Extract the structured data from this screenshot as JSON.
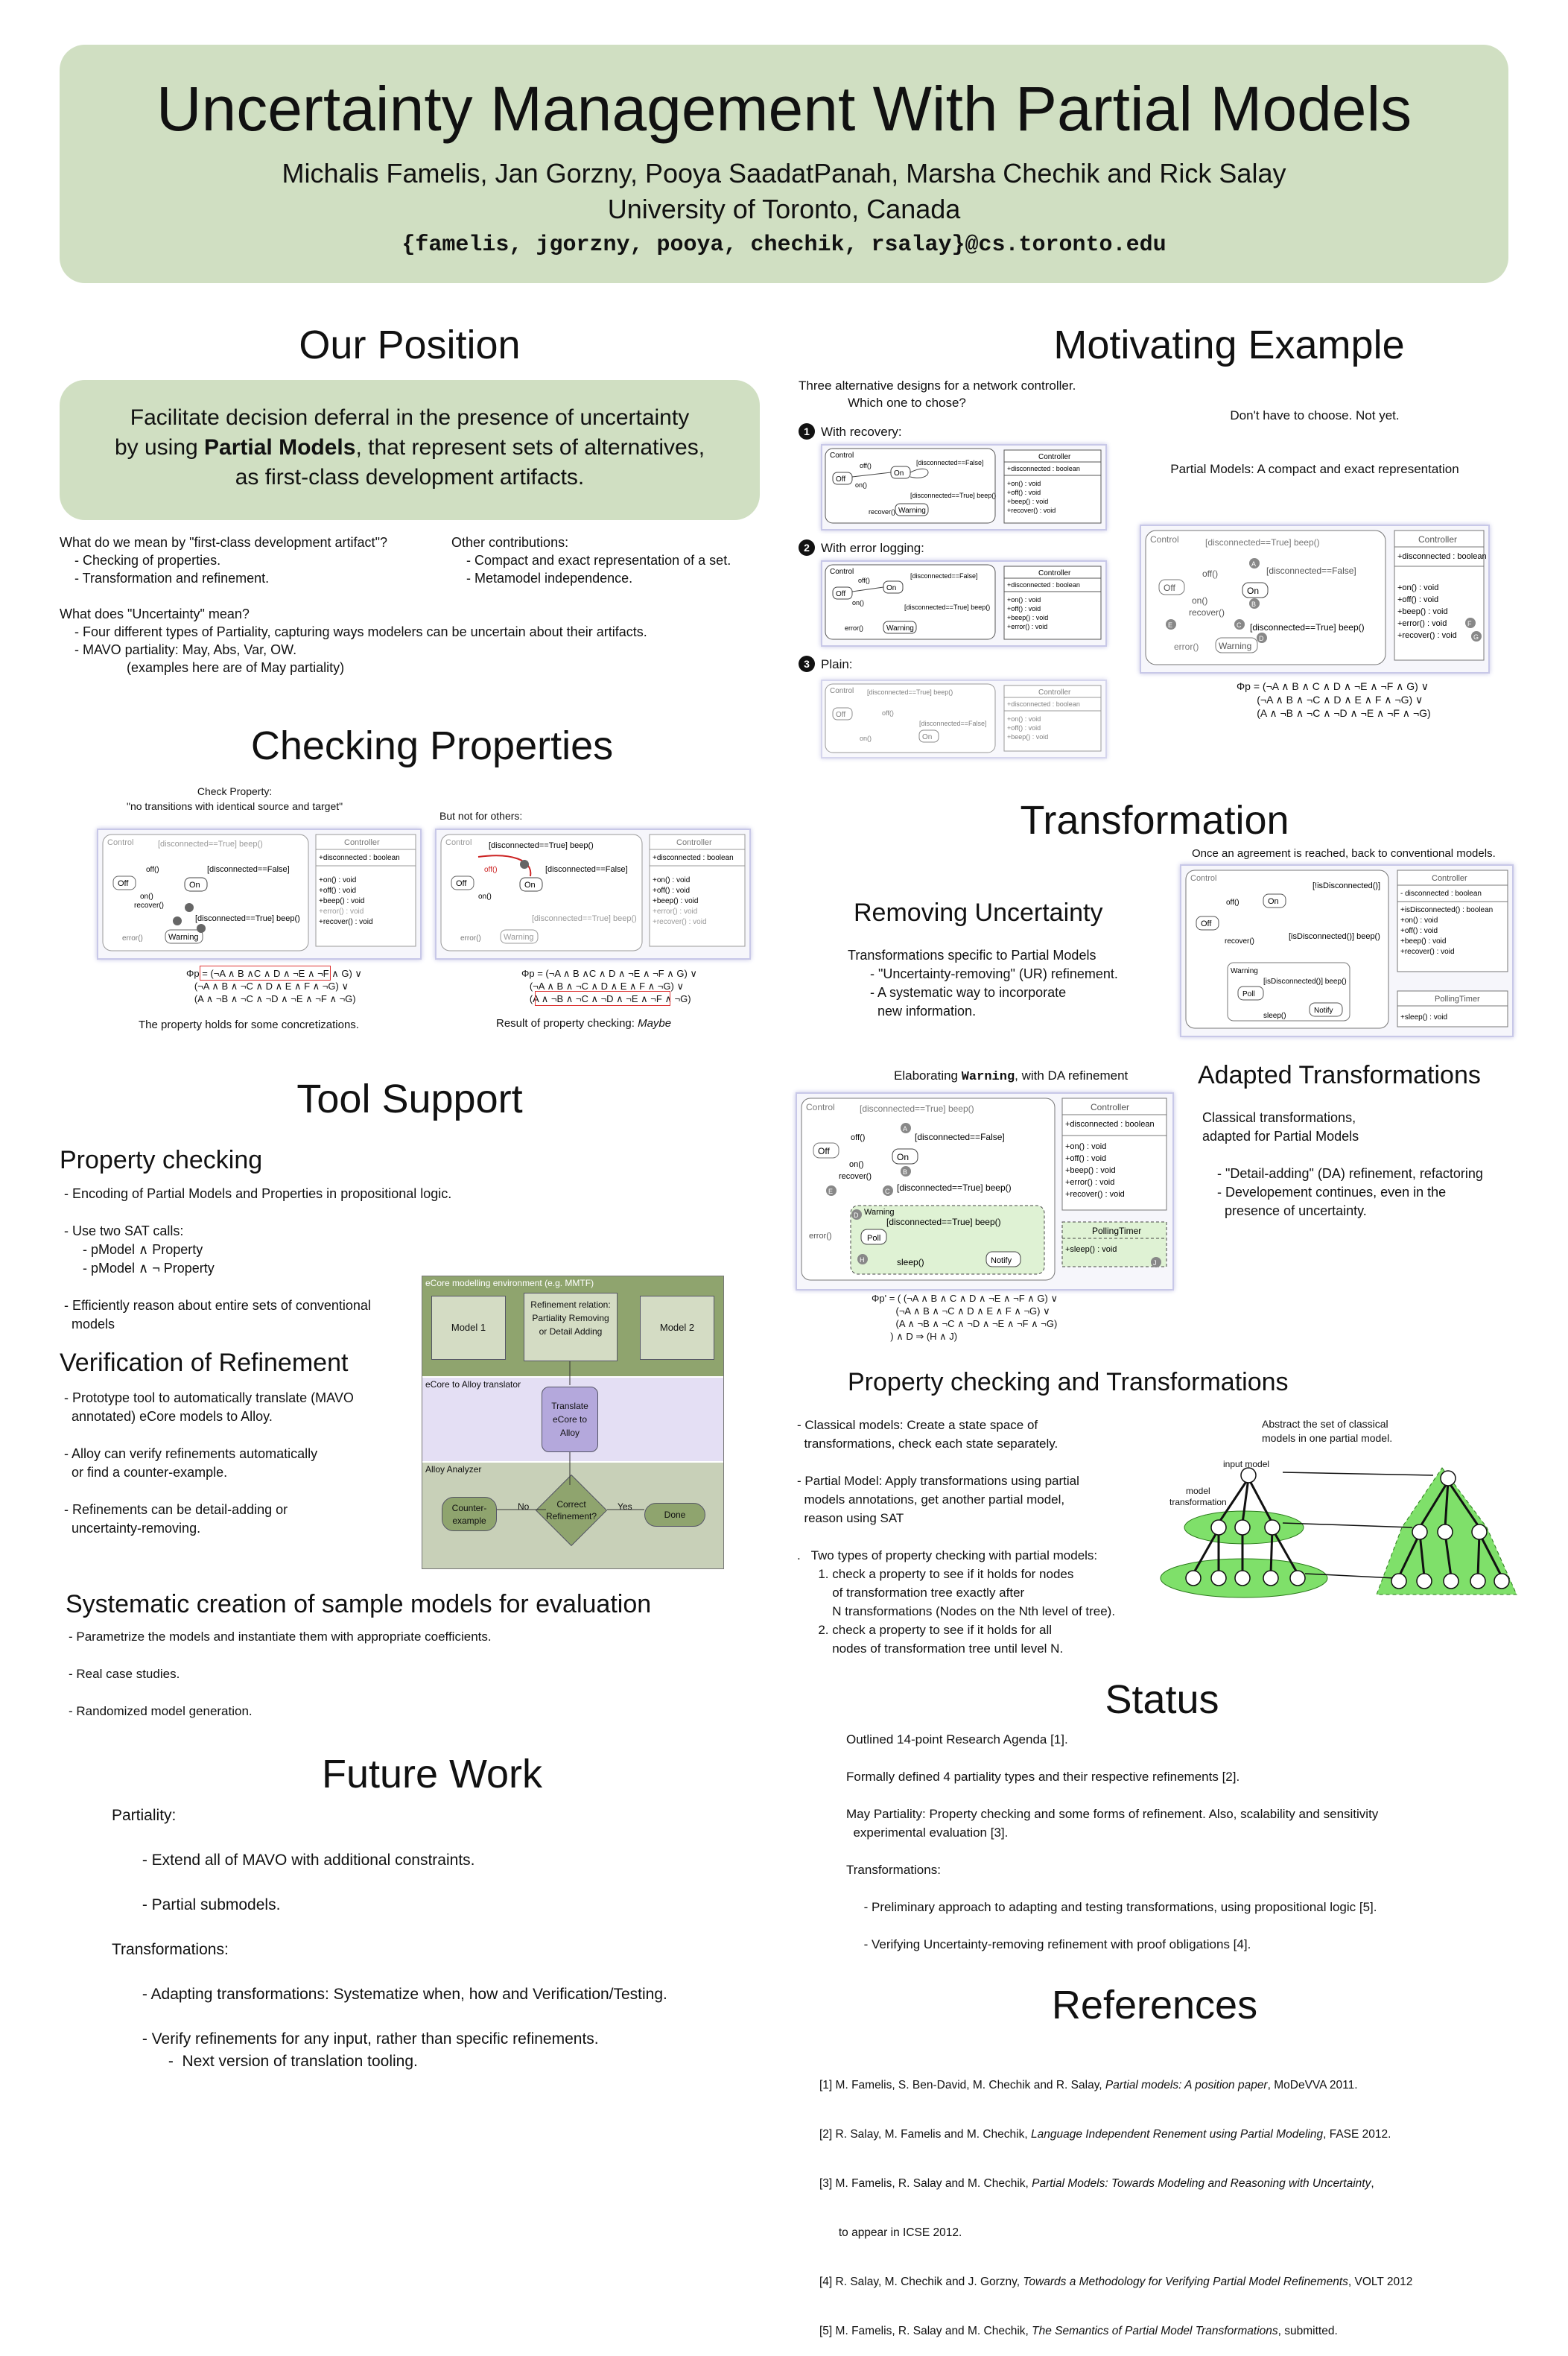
{
  "header": {
    "title": "Uncertainty Management With Partial Models",
    "authors": "Michalis Famelis, Jan Gorzny, Pooya SaadatPanah, Marsha Chechik and Rick Salay",
    "affiliation": "University of Toronto, Canada",
    "email": "{famelis, jgorzny, pooya, chechik, rsalay}@cs.toronto.edu"
  },
  "position": {
    "heading": "Our Position",
    "statement_1": "Facilitate decision deferral in the presence of uncertainty",
    "statement_2a": "by using ",
    "statement_2b": "Partial Models",
    "statement_2c": ", that represent sets of alternatives,",
    "statement_3": "as first-class development artifacts.",
    "left_text": "What do we mean by \"first-class development artifact\"?\n    - Checking of properties.\n    - Transformation and refinement.\n\nWhat does \"Uncertainty\" mean?\n    - Four different types of Partiality, capturing ways modelers can be uncertain about their artifacts.\n    - MAVO partiality: May, Abs, Var, OW.\n                  (examples here are of May partiality)",
    "right_text": "Other contributions:\n    - Compact and exact representation of a set.\n    - Metamodel independence."
  },
  "motivating": {
    "heading": "Motivating Example",
    "intro": "Three alternative designs for a network controller.\n              Which one to chose?",
    "opt1": "With recovery:",
    "opt2": "With error logging:",
    "opt3": "Plain:",
    "n1": "1",
    "n2": "2",
    "n3": "3",
    "right_1": "Don't have to choose. Not yet.",
    "right_2": "Partial Models: A compact and exact representation",
    "formula": "Φp = (¬A ∧ B ∧ C ∧ D ∧ ¬E ∧ ¬F ∧ G) ∨\n       (¬A ∧ B ∧ ¬C ∧ D ∧ E ∧ F ∧ ¬G) ∨\n       (A ∧ ¬B ∧ ¬C ∧ ¬D ∧ ¬E ∧ ¬F ∧ ¬G)"
  },
  "checking": {
    "heading": "Checking Properties",
    "check_label": "Check Property:\n\"no transitions with identical source and target\"",
    "not_for_others": "But not for others:",
    "formula_1": "Φp = (¬A ∧ B ∧C ∧ D ∧ ¬E ∧ ¬F ∧ G) ∨\n   (¬A ∧ B ∧ ¬C ∧ D ∧ E ∧ F ∧ ¬G) ∨\n   (A ∧ ¬B ∧ ¬C ∧ ¬D ∧ ¬E ∧ ¬F ∧ ¬G)",
    "formula_2": "Φp = (¬A ∧ B ∧C ∧ D ∧ ¬E ∧ ¬F ∧ G) ∨\n   (¬A ∧ B ∧ ¬C ∧ D ∧ E ∧ F ∧ ¬G) ∨\n   (A ∧ ¬B ∧ ¬C ∧ ¬D ∧ ¬E ∧ ¬F ∧ ¬G)",
    "caption_1": "The property holds for some concretizations.",
    "caption_2a": "Result of property checking: ",
    "caption_2b": "Maybe"
  },
  "tool": {
    "heading": "Tool Support",
    "pc_heading": "Property checking",
    "pc_text": "- Encoding of Partial Models and Properties in propositional logic.\n\n- Use two SAT calls:\n     - pModel ∧ Property\n     - pModel ∧ ¬ Property\n\n- Efficiently reason about entire sets of conventional\n  models",
    "vr_heading": "Verification of Refinement",
    "vr_text": "- Prototype tool to automatically translate (MAVO\n  annotated) eCore models to Alloy.\n\n- Alloy can verify refinements automatically\n  or find a counter-example.\n\n- Refinements can be detail-adding or\n  uncertainty-removing.",
    "flow": {
      "env": "eCore modelling environment (e.g. MMTF)",
      "model1": "Model 1",
      "relation": "Refinement relation:\nPartiality Removing\nor Detail Adding",
      "model2": "Model 2",
      "translator": "eCore to Alloy translator",
      "translate": "Translate\neCore to\nAlloy",
      "analyzer": "Alloy Analyzer",
      "counter": "Counter-\nexample",
      "no": "No",
      "correct": "Correct\nRefinement?",
      "yes": "Yes",
      "done": "Done"
    },
    "sys_heading": "Systematic creation of sample models for evaluation",
    "sys_text": "- Parametrize the models and instantiate them with appropriate coefficients.\n\n- Real case studies.\n\n- Randomized model generation."
  },
  "future": {
    "heading": "Future Work",
    "text": "Partiality:\n\n       - Extend all of MAVO with additional constraints.\n\n       - Partial submodels.\n\nTransformations:\n\n       - Adapting transformations: Systematize when, how and Verification/Testing.\n\n       - Verify refinements for any input, rather than specific refinements.\n             -  Next version of translation tooling."
  },
  "transformation": {
    "heading": "Transformation",
    "agreement": "Once an agreement is reached, back to conventional models.",
    "ru_heading": "Removing Uncertainty",
    "ru_text": "Transformations specific to Partial Models\n      - \"Uncertainty-removing\" (UR) refinement.\n      - A systematic way to incorporate\n        new information.",
    "elab_a": "Elaborating ",
    "elab_b": "Warning",
    "elab_c": ", with DA refinement",
    "at_heading": "Adapted Transformations",
    "at_text": "Classical transformations,\nadapted for Partial Models\n\n    - \"Detail-adding\" (DA) refinement, refactoring\n    - Developement continues, even in the\n      presence of uncertainty.",
    "formula": "Φp' = ( (¬A ∧ B ∧ C ∧ D ∧ ¬E ∧ ¬F ∧ G) ∨\n         (¬A ∧ B ∧ ¬C ∧ D ∧ E ∧ F ∧ ¬G) ∨\n         (A ∧ ¬B ∧ ¬C ∧ ¬D ∧ ¬E ∧ ¬F ∧ ¬G)\n       ) ∧ D ⇒ (H ∧ J)"
  },
  "pct": {
    "heading": "Property checking and Transformations",
    "text": "- Classical models: Create a state space of\n  transformations, check each state separately.\n\n- Partial Model: Apply transformations using partial\n  models annotations, get another partial model,\n  reason using SAT\n\n.   Two types of property checking with partial models:\n      1. check a property to see if it holds for nodes\n          of transformation tree exactly after\n          N transformations (Nodes on the Nth level of tree).\n      2. check a property to see if it holds for all\n          nodes of transformation tree until level N.",
    "abstract": "Abstract the set of classical\nmodels in one partial model.",
    "input_model": "input model",
    "model_transformation": "model\ntransformation"
  },
  "status": {
    "heading": "Status",
    "text": "Outlined 14-point Research Agenda [1].\n\nFormally defined 4 partiality types and their respective refinements [2].\n\nMay Partiality: Property checking and some forms of refinement. Also, scalability and sensitivity\n  experimental evaluation [3].\n\nTransformations:\n\n     - Preliminary approach to adapting and testing transformations, using propositional logic [5].\n\n     - Verifying Uncertainty-removing refinement with proof obligations [4]."
  },
  "references": {
    "heading": "References",
    "items": [
      {
        "a": "[1] M. Famelis, S. Ben-David, M. Chechik and R. Salay, ",
        "b": "Partial models: A position paper",
        "c": ", MoDeVVA 2011."
      },
      {
        "a": "[2] R. Salay, M. Famelis and M. Chechik, ",
        "b": "Language Independent Renement using Partial Modeling",
        "c": ", FASE 2012."
      },
      {
        "a": "[3] M. Famelis, R. Salay and M. Chechik, ",
        "b": "Partial Models: Towards Modeling and Reasoning with Uncertainty",
        "c": ","
      },
      {
        "a": "      to appear in ICSE 2012.",
        "b": "",
        "c": ""
      },
      {
        "a": "[4] R. Salay, M. Chechik and J. Gorzny, ",
        "b": "Towards a Methodology for Verifying Partial Model Refinements",
        "c": ", VOLT 2012"
      },
      {
        "a": "[5] M. Famelis, R. Salay and M. Chechik, ",
        "b": "The Semantics of Partial Model Transformations",
        "c": ", submitted."
      }
    ]
  },
  "colors": {
    "header_bg": "#d0dfc2",
    "fig_border": "#c8c8e8",
    "flow_green": "#8fa46e",
    "flow_purple": "#b4a8dc"
  }
}
